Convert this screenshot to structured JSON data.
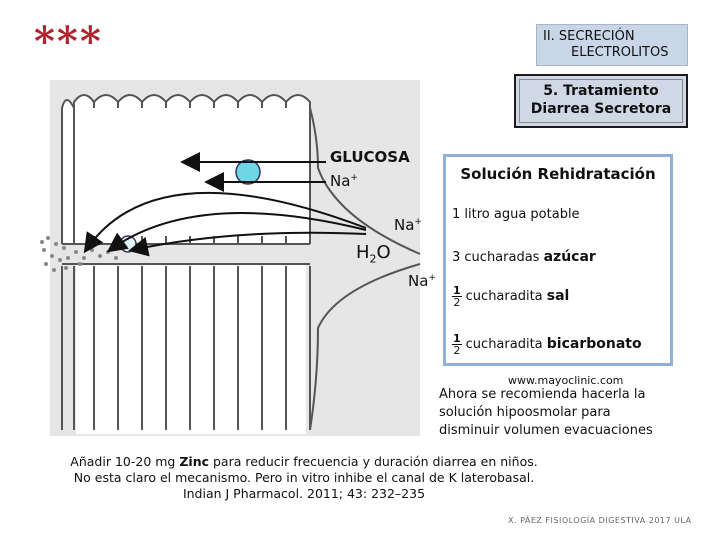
{
  "header": {
    "stars": "***",
    "section_line1": "II. SECRECIÓN",
    "section_line2": "ELECTROLITOS",
    "topic_line1": "5. Tratamiento",
    "topic_line2": "Diarrea Secretora"
  },
  "diagram": {
    "glucosa": "GLUCOSA",
    "na_top": "Na",
    "na_top_sup": "+",
    "na_mid": "Na",
    "na_mid_sup": "+",
    "h2o_h": "H",
    "h2o_sub": "2",
    "h2o_o": "O",
    "na_low": "Na",
    "na_low_sup": "+"
  },
  "solution": {
    "title": "Solución Rehidratación",
    "item1": "1 litro agua potable",
    "item2_text": "3 cucharadas",
    "item2_bold": "azúcar",
    "frac_num": "1",
    "frac_den": "2",
    "item3_text": "cucharadita",
    "item3_bold": "sal",
    "item4_text": "cucharadita",
    "item4_bold": "bicarbonato"
  },
  "source": "www.mayoclinic.com",
  "note": {
    "line1": "Ahora se recomienda hacerla la",
    "line2": "solución hipoosmolar para",
    "line3": "disminuir volumen evacuaciones"
  },
  "footer": {
    "line1_a": "Añadir 10-20 mg ",
    "line1_bold": "Zinc",
    "line1_b": " para reducir frecuencia y duración diarrea en niños.",
    "line2": "No esta claro el mecanismo. Pero in vitro inhibe el canal de K laterobasal.",
    "line3": "Indian J Pharmacol. 2011; 43: 232–235"
  },
  "credit": "X. PÁEZ  FISIOLOGÍA DIGESTIVA 2017  ULA"
}
